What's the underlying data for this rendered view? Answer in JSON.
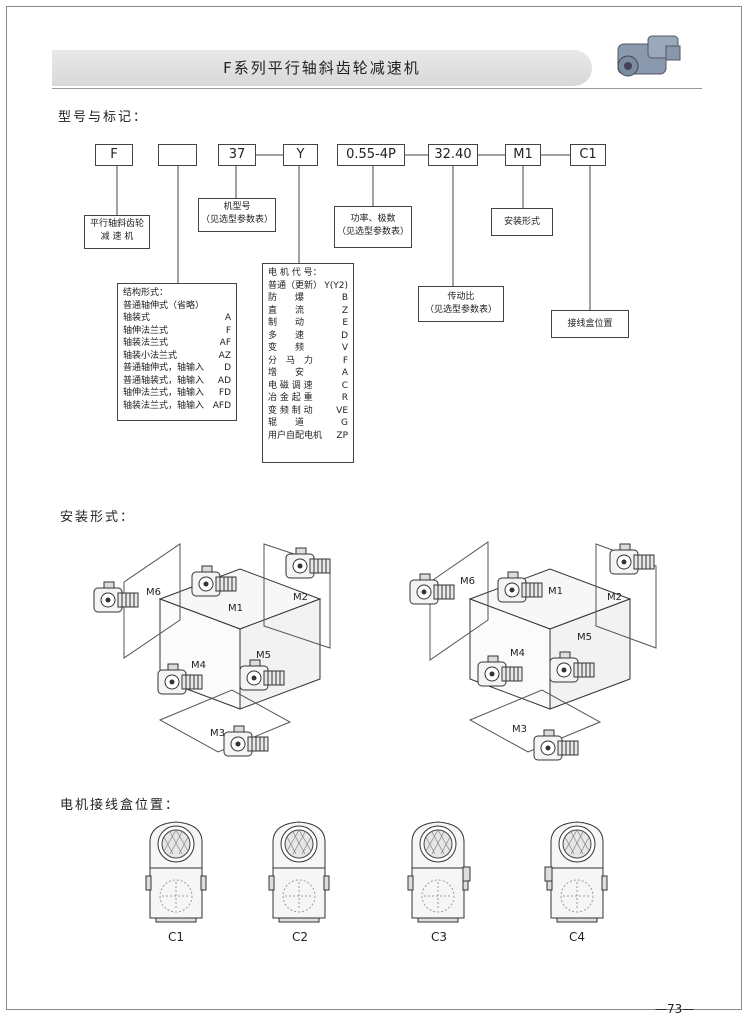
{
  "header": {
    "title": "F系列平行轴斜齿轮减速机"
  },
  "sections": {
    "model": "型号与标记：",
    "mounting": "安装形式：",
    "terminal": "电机接线盒位置："
  },
  "code_boxes": [
    "F",
    "",
    "37",
    "Y",
    "0.55-4P",
    "32.40",
    "M1",
    "C1"
  ],
  "notes": {
    "series": [
      "平行轴斜齿轮",
      "减 速 机"
    ],
    "frame": [
      "机型号",
      "（见选型参数表）"
    ],
    "power": [
      "功率、极数",
      "（见选型参数表）"
    ],
    "mount": [
      "安装形式"
    ],
    "ratio": [
      "传动比",
      "（见选型参数表）"
    ],
    "terminal": [
      "接线盒位置"
    ]
  },
  "structure": {
    "title": "结构形式：",
    "rows": [
      [
        "普通轴伸式（省略）",
        ""
      ],
      [
        "轴装式",
        "A"
      ],
      [
        "轴伸法兰式",
        "F"
      ],
      [
        "轴装法兰式",
        "AF"
      ],
      [
        "轴装小法兰式",
        "AZ"
      ],
      [
        "普通轴伸式，轴输入",
        "D"
      ],
      [
        "普通轴装式，轴输入",
        "AD"
      ],
      [
        "轴伸法兰式，轴输入",
        "FD"
      ],
      [
        "轴装法兰式，轴输入",
        "AFD"
      ]
    ]
  },
  "motor": {
    "title": "电 机 代 号：",
    "rows": [
      [
        "普通（更新）",
        "Y(Y2)"
      ],
      [
        "防　　爆",
        "B"
      ],
      [
        "直　　流",
        "Z"
      ],
      [
        "制　　动",
        "E"
      ],
      [
        "多　　速",
        "D"
      ],
      [
        "变　　频",
        "V"
      ],
      [
        "分　马　力",
        "F"
      ],
      [
        "增　　安",
        "A"
      ],
      [
        "电 磁 调 速",
        "C"
      ],
      [
        "冶 金 起 重",
        "R"
      ],
      [
        "变 频 制 动",
        "VE"
      ],
      [
        "辊　　道",
        "G"
      ],
      [
        "用户自配电机",
        "ZP"
      ]
    ]
  },
  "mount_labels": [
    "M6",
    "M1",
    "M2",
    "M4",
    "M5",
    "M3"
  ],
  "terminal_labels": [
    "C1",
    "C2",
    "C3",
    "C4"
  ],
  "page_number": "—73—"
}
